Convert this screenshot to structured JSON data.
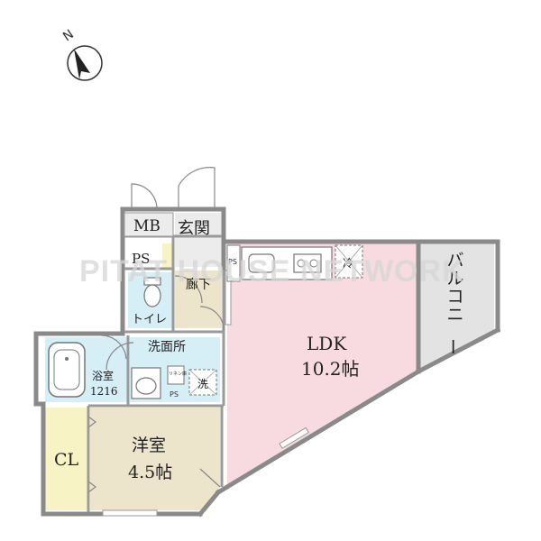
{
  "compass": {
    "label": "N"
  },
  "watermark": "PITAT HOUSE NETWORK",
  "colors": {
    "ldk": "#f7dbe1",
    "balcony": "#e3e3e3",
    "western": "#ece4cb",
    "closet": "#f8f3c4",
    "wet": "#d6eef6",
    "hallway": "#ece4cb",
    "entrance": "#ececec",
    "wall": "#888888"
  },
  "rooms": {
    "mb": "MB",
    "entrance": "玄関",
    "ps_top": "PS",
    "ps_small": "PS",
    "ps_kitchen": "PS",
    "ps_wash": "PS",
    "hallway": "廊下",
    "toilet": "トイレ",
    "washroom": "洗面所",
    "bath": "浴室",
    "bath_size": "1216",
    "washer": "洗",
    "fridge": "冷",
    "linen": "リネン庫",
    "ldk": "LDK",
    "ldk_size": "10.2帖",
    "balcony": "バルコニー",
    "western": "洋室",
    "western_size": "4.5帖",
    "closet": "CL"
  }
}
